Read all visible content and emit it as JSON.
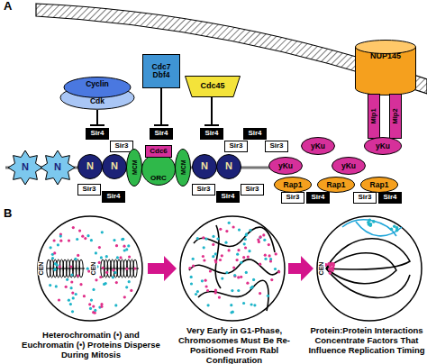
{
  "diagram": {
    "nodes": [
      {
        "text": [
          "Cyclin",
          "Cdk"
        ]
      },
      {
        "text": [
          "Cdc7",
          "Dbf4"
        ]
      },
      {
        "text": [
          "Cdc45"
        ]
      },
      {
        "text": [
          "NUP145"
        ]
      },
      {
        "text": [
          "Mlp1"
        ]
      },
      {
        "text": [
          "Mlp2"
        ]
      },
      {
        "text": [
          "Sir4"
        ]
      },
      {
        "text": [
          "Sir4"
        ]
      },
      {
        "text": [
          "Sir4"
        ]
      },
      {
        "text": [
          "Sir4"
        ]
      },
      {
        "text": [
          "Sir3"
        ]
      },
      {
        "text": [
          "Sir3"
        ]
      },
      {
        "text": [
          "Sir3"
        ]
      },
      {
        "text": [
          "yKu"
        ]
      },
      {
        "text": [
          "yKu"
        ]
      },
      {
        "text": [
          "N"
        ]
      },
      {
        "text": [
          "N"
        ]
      },
      {
        "text": [
          "N"
        ]
      },
      {
        "text": [
          "N"
        ]
      },
      {
        "text": [
          "MCM"
        ]
      },
      {
        "text": [
          "ORC"
        ]
      },
      {
        "text": [
          "Cdc6"
        ]
      },
      {
        "text": [
          "MCM"
        ]
      },
      {
        "text": [
          "N"
        ]
      },
      {
        "text": [
          "N"
        ]
      },
      {
        "text": [
          "yKu"
        ]
      },
      {
        "text": [
          "yKu"
        ]
      },
      {
        "text": [
          "Rap1"
        ]
      },
      {
        "text": [
          "Rap1"
        ]
      },
      {
        "text": [
          "Rap1"
        ]
      },
      {
        "text": [
          "Sir3"
        ]
      },
      {
        "text": [
          "Sir4"
        ]
      },
      {
        "text": [
          "Sir3"
        ]
      },
      {
        "text": [
          "Sir4"
        ]
      },
      {
        "text": [
          "Sir3"
        ]
      },
      {
        "text": [
          "Sir3"
        ]
      },
      {
        "text": [
          "Sir4"
        ]
      },
      {
        "text": [
          "Sir3"
        ]
      },
      {
        "text": [
          "Sir4"
        ]
      }
    ],
    "labels": [
      "A",
      "B",
      "CEN",
      "CEN",
      "CEN",
      "Heterochromatin (•) and Euchromatin (•) Proteins Disperse During Mitosis",
      "Very Early in G1-Phase, Chromosomes Must Be Re-Positioned From Rabl Configuration",
      "Protein:Protein Interactions Concentrate Factors That Influence Replication Timing"
    ]
  }
}
